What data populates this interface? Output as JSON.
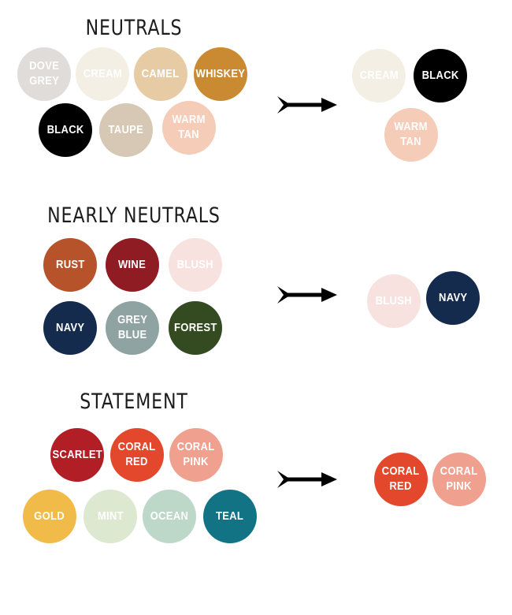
{
  "sections": [
    {
      "title": "NEUTRALS",
      "colors": [
        {
          "label": "DOVE\nGREY",
          "color": "#e0dcda"
        },
        {
          "label": "CREAM",
          "color": "#f3efe4"
        },
        {
          "label": "CAMEL",
          "color": "#e7cba4"
        },
        {
          "label": "WHISKEY",
          "color": "#c98a32"
        },
        {
          "label": "BLACK",
          "color": "#000000"
        },
        {
          "label": "TAUPE",
          "color": "#d6c8b5"
        },
        {
          "label": "WARM\nTAN",
          "color": "#f4ccb8"
        }
      ],
      "result": [
        {
          "label": "CREAM",
          "color": "#f3efe4"
        },
        {
          "label": "BLACK",
          "color": "#000000"
        },
        {
          "label": "WARM\nTAN",
          "color": "#f4ccb8"
        }
      ]
    },
    {
      "title": "NEARLY NEUTRALS",
      "colors": [
        {
          "label": "RUST",
          "color": "#b6532a"
        },
        {
          "label": "WINE",
          "color": "#8e1c22"
        },
        {
          "label": "BLUSH",
          "color": "#f8e2e0"
        },
        {
          "label": "NAVY",
          "color": "#142b4e"
        },
        {
          "label": "GREY\nBLUE",
          "color": "#8fa3a2"
        },
        {
          "label": "FOREST",
          "color": "#344b22"
        }
      ],
      "result": [
        {
          "label": "BLUSH",
          "color": "#f8e2e0"
        },
        {
          "label": "NAVY",
          "color": "#142b4e"
        }
      ]
    },
    {
      "title": "STATEMENT",
      "colors": [
        {
          "label": "SCARLET",
          "color": "#b11e26"
        },
        {
          "label": "CORAL\nRED",
          "color": "#e4482c"
        },
        {
          "label": "CORAL\nPINK",
          "color": "#f0a08e"
        },
        {
          "label": "GOLD",
          "color": "#f0bb48"
        },
        {
          "label": "MINT",
          "color": "#dce8cf"
        },
        {
          "label": "OCEAN",
          "color": "#bdd8c9"
        },
        {
          "label": "TEAL",
          "color": "#127385"
        }
      ],
      "result": [
        {
          "label": "CORAL\nRED",
          "color": "#e4482c"
        },
        {
          "label": "CORAL\nPINK",
          "color": "#f0a08e"
        }
      ]
    }
  ]
}
